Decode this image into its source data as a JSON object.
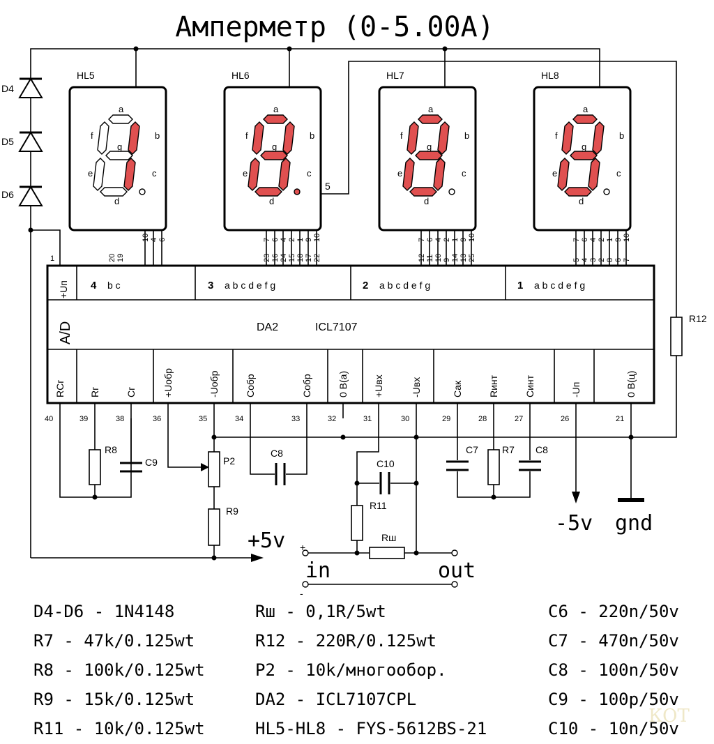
{
  "title": "Амперметр (0-5.00A)",
  "displays": [
    {
      "name": "HL5",
      "segments_on": [
        "b",
        "c"
      ],
      "dp_on": false,
      "pins_top": [
        "10",
        "4",
        "6"
      ],
      "pins_bottom": [
        "20",
        "19"
      ]
    },
    {
      "name": "HL6",
      "segments_on": [
        "a",
        "b",
        "c",
        "d",
        "e",
        "f",
        "g"
      ],
      "dp_on": true,
      "pins_top": [
        "7",
        "6",
        "4",
        "2",
        "1",
        "9",
        "10"
      ],
      "pins_bottom": [
        "23",
        "16",
        "24",
        "15",
        "18",
        "17",
        "22"
      ],
      "dp_net": "5"
    },
    {
      "name": "HL7",
      "segments_on": [
        "a",
        "b",
        "c",
        "d",
        "e",
        "f",
        "g"
      ],
      "dp_on": false,
      "pins_top": [
        "7",
        "6",
        "4",
        "2",
        "1",
        "9",
        "10"
      ],
      "pins_bottom": [
        "12",
        "11",
        "10",
        "9",
        "14",
        "13",
        "25"
      ]
    },
    {
      "name": "HL8",
      "segments_on": [
        "a",
        "b",
        "c",
        "d",
        "e",
        "f",
        "g"
      ],
      "dp_on": false,
      "pins_top": [
        "7",
        "6",
        "4",
        "2",
        "1",
        "9",
        "10"
      ],
      "pins_bottom": [
        "5",
        "4",
        "3",
        "2",
        "8",
        "6",
        "7"
      ]
    }
  ],
  "segment_labels": [
    "a",
    "b",
    "c",
    "d",
    "e",
    "f",
    "g"
  ],
  "diodes": [
    "D4",
    "D5",
    "D6"
  ],
  "ic": {
    "ref": "DA2",
    "part": "ICL7107",
    "side_label_top": "+Uп",
    "side_label_mid": "A/D",
    "digit_groups": [
      {
        "num": "4",
        "segs": "b c"
      },
      {
        "num": "3",
        "segs": "a b c d e f g"
      },
      {
        "num": "2",
        "segs": "a b c d e f g"
      },
      {
        "num": "1",
        "segs": "a b c d e f g"
      }
    ],
    "bottom_pins": [
      {
        "label": "RCг",
        "pin": "40"
      },
      {
        "label": "Rг",
        "pin": "39"
      },
      {
        "label": "Cг",
        "pin": "38"
      },
      {
        "label": "+Uобр",
        "pin": "36"
      },
      {
        "label": "-Uобр",
        "pin": "35"
      },
      {
        "label": "Cобр",
        "pin": "34"
      },
      {
        "label": "Cобр",
        "pin": "33"
      },
      {
        "label": "0 B(a)",
        "pin": "32"
      },
      {
        "label": "+Uвх",
        "pin": "31"
      },
      {
        "label": "-Uвх",
        "pin": "30"
      },
      {
        "label": "Cак",
        "pin": "29"
      },
      {
        "label": "Rинт",
        "pin": "28"
      },
      {
        "label": "Cинт",
        "pin": "27"
      },
      {
        "label": "-Uп",
        "pin": "26"
      },
      {
        "label": "0 B(ц)",
        "pin": "21"
      }
    ],
    "pin1": "1"
  },
  "components": {
    "R8": "R8",
    "C9": "C9",
    "P2": "P2",
    "R9": "R9",
    "C8a": "C8",
    "C10": "C10",
    "R11": "R11",
    "Rsh": "Rш",
    "C7": "C7",
    "R7": "R7",
    "C8b": "C8",
    "R12": "R12"
  },
  "rails": {
    "plus5v": "+5v",
    "minus5v": "-5v",
    "gnd": "gnd",
    "in": "in",
    "out": "out",
    "plus": "+",
    "minus": "-"
  },
  "bom": {
    "col1": [
      "D4-D6 - 1N4148",
      "R7 - 47k/0.125wt",
      "R8 - 100k/0.125wt",
      "R9 - 15k/0.125wt",
      "R11 - 10k/0.125wt"
    ],
    "col2": [
      "Rш - 0,1R/5wt",
      "R12 - 220R/0.125wt",
      "P2 - 10k/многообор.",
      "DA2 - ICL7107CPL",
      "HL5-HL8 - FYS-5612BS-21"
    ],
    "col3": [
      "C6 - 220n/50v",
      "C7 - 470n/50v",
      "C8 - 100n/50v",
      "C9 - 100p/50v",
      "C10 - 10n/50v"
    ]
  },
  "watermark": "КОТ",
  "colors": {
    "segment_on": "#e05050",
    "ink": "#000000"
  }
}
